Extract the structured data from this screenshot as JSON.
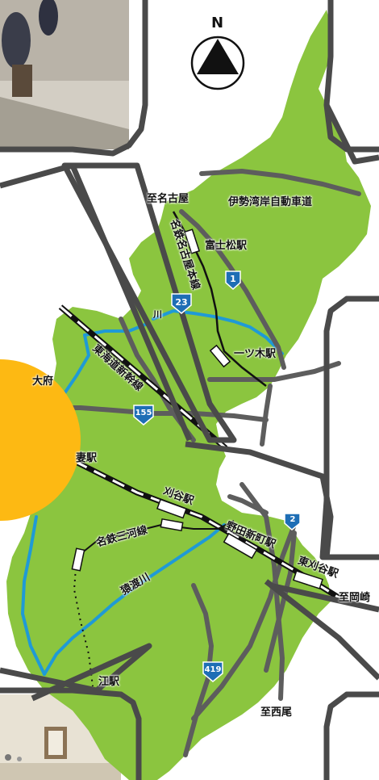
{
  "compass": {
    "letter": "N"
  },
  "labels": {
    "to_nagoya": "至名古屋",
    "ise_bay_expressway": "伊勢湾岸自動車道",
    "fujimatsu_station": "富士松駅",
    "meitetsu_nagoya_line": "名鉄名古屋本線",
    "hitotsugi_station": "一ツ木駅",
    "tokaido_shinkansen": "東海道新幹線",
    "obu_fragment": "大府",
    "tsuma_fragment": "妻駅",
    "kariya_station": "刈谷駅",
    "meitetsu_mikawa_line": "名鉄三河線",
    "noda_shinmachi_station": "野田新町駅",
    "higashi_kariya_station": "東刈谷駅",
    "to_okazaki": "至岡崎",
    "sawatari_river": "猿渡川",
    "ogakie_fragment": "江駅",
    "to_nishio": "至西尾",
    "river_fragment": "川"
  },
  "route_shields": {
    "r1": "1",
    "r23": "23",
    "r155": "155",
    "r419": "419",
    "r2_partial": "2"
  },
  "colors": {
    "land": "#8bc53f",
    "road": "#5d5d5d",
    "river": "#1f9ad6",
    "route_shield": "#1e6eb5",
    "overlay_band": "#4a4a4a",
    "orange_circle": "#fdb913",
    "rail": "#111111"
  }
}
